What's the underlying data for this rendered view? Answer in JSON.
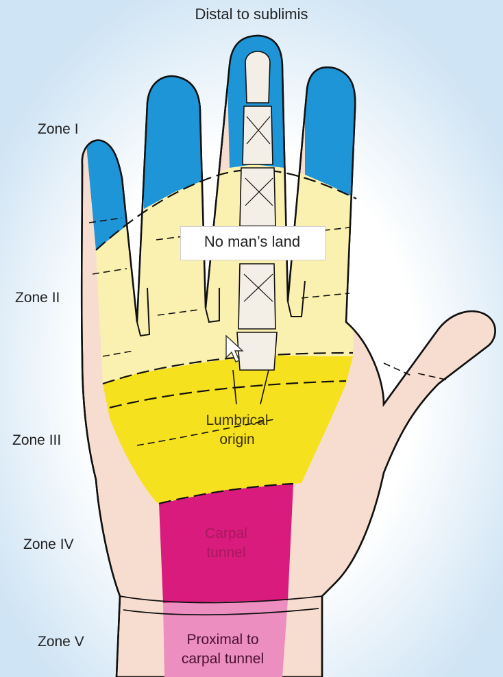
{
  "top_label": "Distal to sublimis",
  "zones": {
    "zone1": "Zone I",
    "zone2": "Zone II",
    "zone3": "Zone III",
    "zone4": "Zone IV",
    "zone5": "Zone V"
  },
  "regions": {
    "no_mans_land": "No man’s land",
    "lumbrical_origin": "Lumbrical\norigin",
    "carpal_tunnel": "Carpal\ntunnel",
    "proximal_carpal": "Proximal to\ncarpal tunnel"
  },
  "colors": {
    "background": "#dcecf7",
    "skin": "#f7ddd0",
    "zone1": "#1e95d6",
    "zone2": "#faf1b0",
    "zone3": "#f5e11e",
    "zone4": "#d81b7c",
    "zone5": "#ec8ec0",
    "outline": "#111111",
    "label_on_zone4": "#a8195e"
  }
}
